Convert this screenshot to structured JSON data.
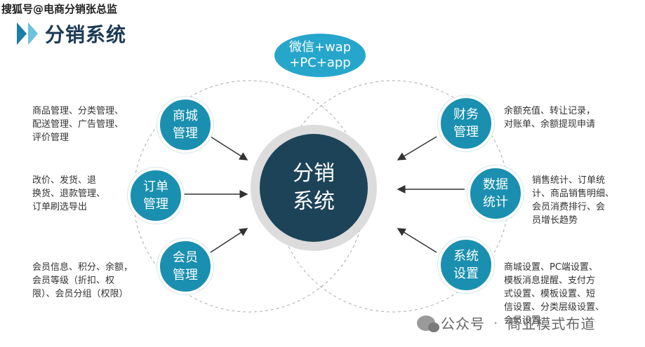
{
  "watermark_top": "搜狐号@电商分销张总监",
  "title": "分销系统",
  "channel": {
    "line1": "微信+wap",
    "line2": "+PC+app"
  },
  "center": {
    "line1": "分销",
    "line2": "系统"
  },
  "nodes": {
    "mall": {
      "line1": "商城",
      "line2": "管理"
    },
    "order": {
      "line1": "订单",
      "line2": "管理"
    },
    "member": {
      "line1": "会员",
      "line2": "管理"
    },
    "finance": {
      "line1": "财务",
      "line2": "管理"
    },
    "data": {
      "line1": "数据",
      "line2": "统计"
    },
    "settings": {
      "line1": "系统",
      "line2": "设置"
    }
  },
  "descriptions": {
    "mall": [
      "商品管理、分类管理、",
      "配送管理、广告管理、",
      "评价管理"
    ],
    "order": [
      "改价、发货、退",
      "换货、退款管理、",
      "订单刷选导出"
    ],
    "member": [
      "会员信息、积分、余额，",
      "会员等级（折扣、权",
      "限）、会员分组（权限）"
    ],
    "finance": [
      "余额充值、转让记录，",
      "对账单、余额提现申请"
    ],
    "data": [
      "销售统计、订单统",
      "计、商品销售明细、",
      "会员消费排行、会",
      "员增长趋势"
    ],
    "settings": [
      "商城设置、PC端设置、",
      "模板消息提醒、支付方",
      "式设置、模板设置、短",
      "信设置、分类层级设置、",
      "会员设置"
    ]
  },
  "watermark_bottom": {
    "prefix": "公众号",
    "sep": "·",
    "name": "商业模式布道"
  },
  "colors": {
    "node": "#1a8fb0",
    "center": "#1d4358",
    "channel": "#27a6cc",
    "title": "#1c3a55"
  }
}
